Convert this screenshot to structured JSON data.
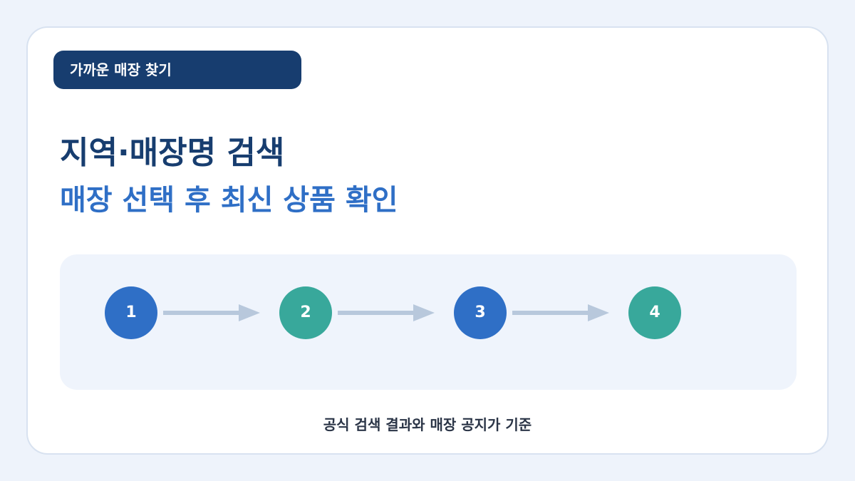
{
  "badge": {
    "label": "가까운 매장 찾기"
  },
  "title": "지역·매장명 검색",
  "subtitle": "매장 선택 후 최신 상품 확인",
  "steps": [
    {
      "number": "1",
      "color": "#2f6fc6"
    },
    {
      "number": "2",
      "color": "#38a89b"
    },
    {
      "number": "3",
      "color": "#2f6fc6"
    },
    {
      "number": "4",
      "color": "#38a89b"
    }
  ],
  "arrow_color": "#b8c8dc",
  "footer": "공식 검색 결과와 매장 공지가 기준"
}
